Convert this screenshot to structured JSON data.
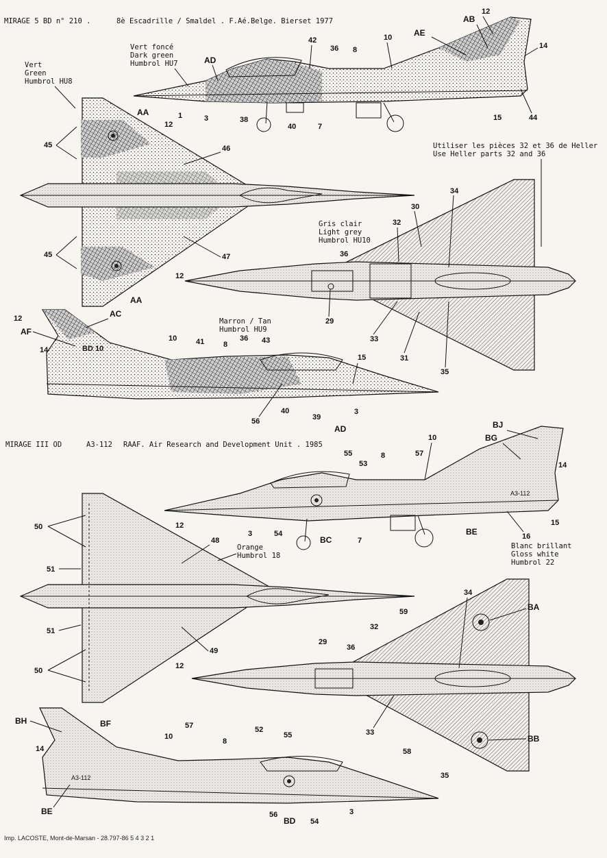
{
  "header_top": {
    "aircraft": "MIRAGE 5 BD n° 210 .",
    "unit": "8è Escadrille / Smaldel . F.Aé.Belge. Bierset 1977"
  },
  "header_bottom": {
    "aircraft": "MIRAGE III OD",
    "serial": "A3-112",
    "unit": "RAAF. Air Research and Development Unit . 1985"
  },
  "colour_notes": {
    "dark_green": [
      "Vert foncé",
      "Dark green",
      "Humbrol HU7"
    ],
    "green": [
      "Vert",
      "Green",
      "Humbrol HU8"
    ],
    "light_grey": [
      "Gris clair",
      "Light grey",
      "Humbrol HU10"
    ],
    "tan": [
      "Marron / Tan",
      "Humbrol HU9"
    ],
    "orange": [
      "Orange",
      "Humbrol 18"
    ],
    "gloss_white": [
      "Blanc brillant",
      "Gloss white",
      "Humbrol 22"
    ]
  },
  "heller_note": [
    "Utiliser les pièces 32 et 36 de Heller",
    "Use Heller parts 32 and 36"
  ],
  "aircraft_markings": {
    "belgian_code": "BD 10",
    "raaf_serial": "A3-112"
  },
  "footer": "Imp. LACOSTE, Mont-de-Marsan - 28.797-86 5 4 3 2 1",
  "labels": {
    "v1": [
      "12",
      "AB",
      "AE",
      "14",
      "44",
      "15",
      "10",
      "8",
      "42",
      "36",
      "AD",
      "1",
      "3",
      "38",
      "40",
      "7"
    ],
    "v2": [
      "AA",
      "45",
      "12",
      "46",
      "45",
      "47",
      "12",
      "AA"
    ],
    "v3": [
      "34",
      "30",
      "32",
      "36",
      "29",
      "33",
      "31",
      "35"
    ],
    "v4": [
      "12",
      "AF",
      "AC",
      "14",
      "10",
      "41",
      "8",
      "36",
      "43",
      "15",
      "56",
      "40",
      "39",
      "3",
      "AD"
    ],
    "v5": [
      "BJ",
      "BG",
      "14",
      "10",
      "57",
      "55",
      "53",
      "8",
      "3",
      "54",
      "BC",
      "7",
      "BE",
      "16",
      "15"
    ],
    "v6": [
      "50",
      "12",
      "48",
      "51",
      "51",
      "49",
      "50",
      "12"
    ],
    "v7": [
      "BA",
      "34",
      "59",
      "32",
      "29",
      "36",
      "33",
      "58",
      "35",
      "BB"
    ],
    "v8": [
      "BH",
      "BF",
      "14",
      "10",
      "57",
      "8",
      "52",
      "55",
      "56",
      "BD",
      "54",
      "3",
      "BE"
    ]
  }
}
